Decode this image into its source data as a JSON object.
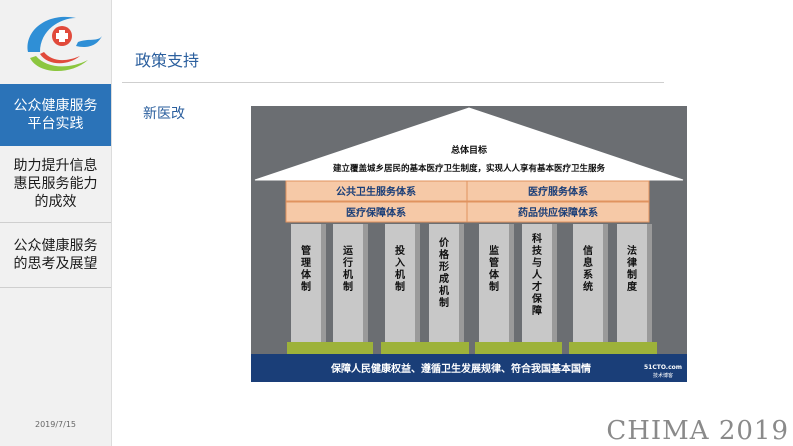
{
  "sidebar": {
    "items": [
      {
        "label": "公众健康服务\n平台实践",
        "active": true
      },
      {
        "label": "助力提升信息\n惠民服务能力\n的成效",
        "active": false
      },
      {
        "label": "公众健康服务\n的思考及展望",
        "active": false
      }
    ],
    "date": "2019/7/15"
  },
  "header": {
    "section_title": "政策支持"
  },
  "main": {
    "subtitle": "新医改",
    "diagram": {
      "roof_title": "总体目标",
      "roof_goal": "建立覆盖城乡居民的基本医疗卫生制度，实现人人享有基本医疗卫生服务",
      "systems_row1": [
        "公共卫生服务体系",
        "医疗服务体系"
      ],
      "systems_row2": [
        "医疗保障体系",
        "药品供应保障体系"
      ],
      "pillars": [
        "管理体制",
        "运行机制",
        "投入机制",
        "价格形成机制",
        "监管体制",
        "科技与人才保障",
        "信息系统",
        "法律制度"
      ],
      "base_text": "保障人民健康权益、遵循卫生发展规律、符合我国基本国情",
      "base_logo": "51CTO.com",
      "base_logo_sub": "技术博客"
    }
  },
  "watermark": "CHIMA 2019",
  "colors": {
    "accent": "#2b73b8",
    "band": "#f6c9a7",
    "pillar": "#c8c8c8",
    "base": "#1a3e78"
  }
}
